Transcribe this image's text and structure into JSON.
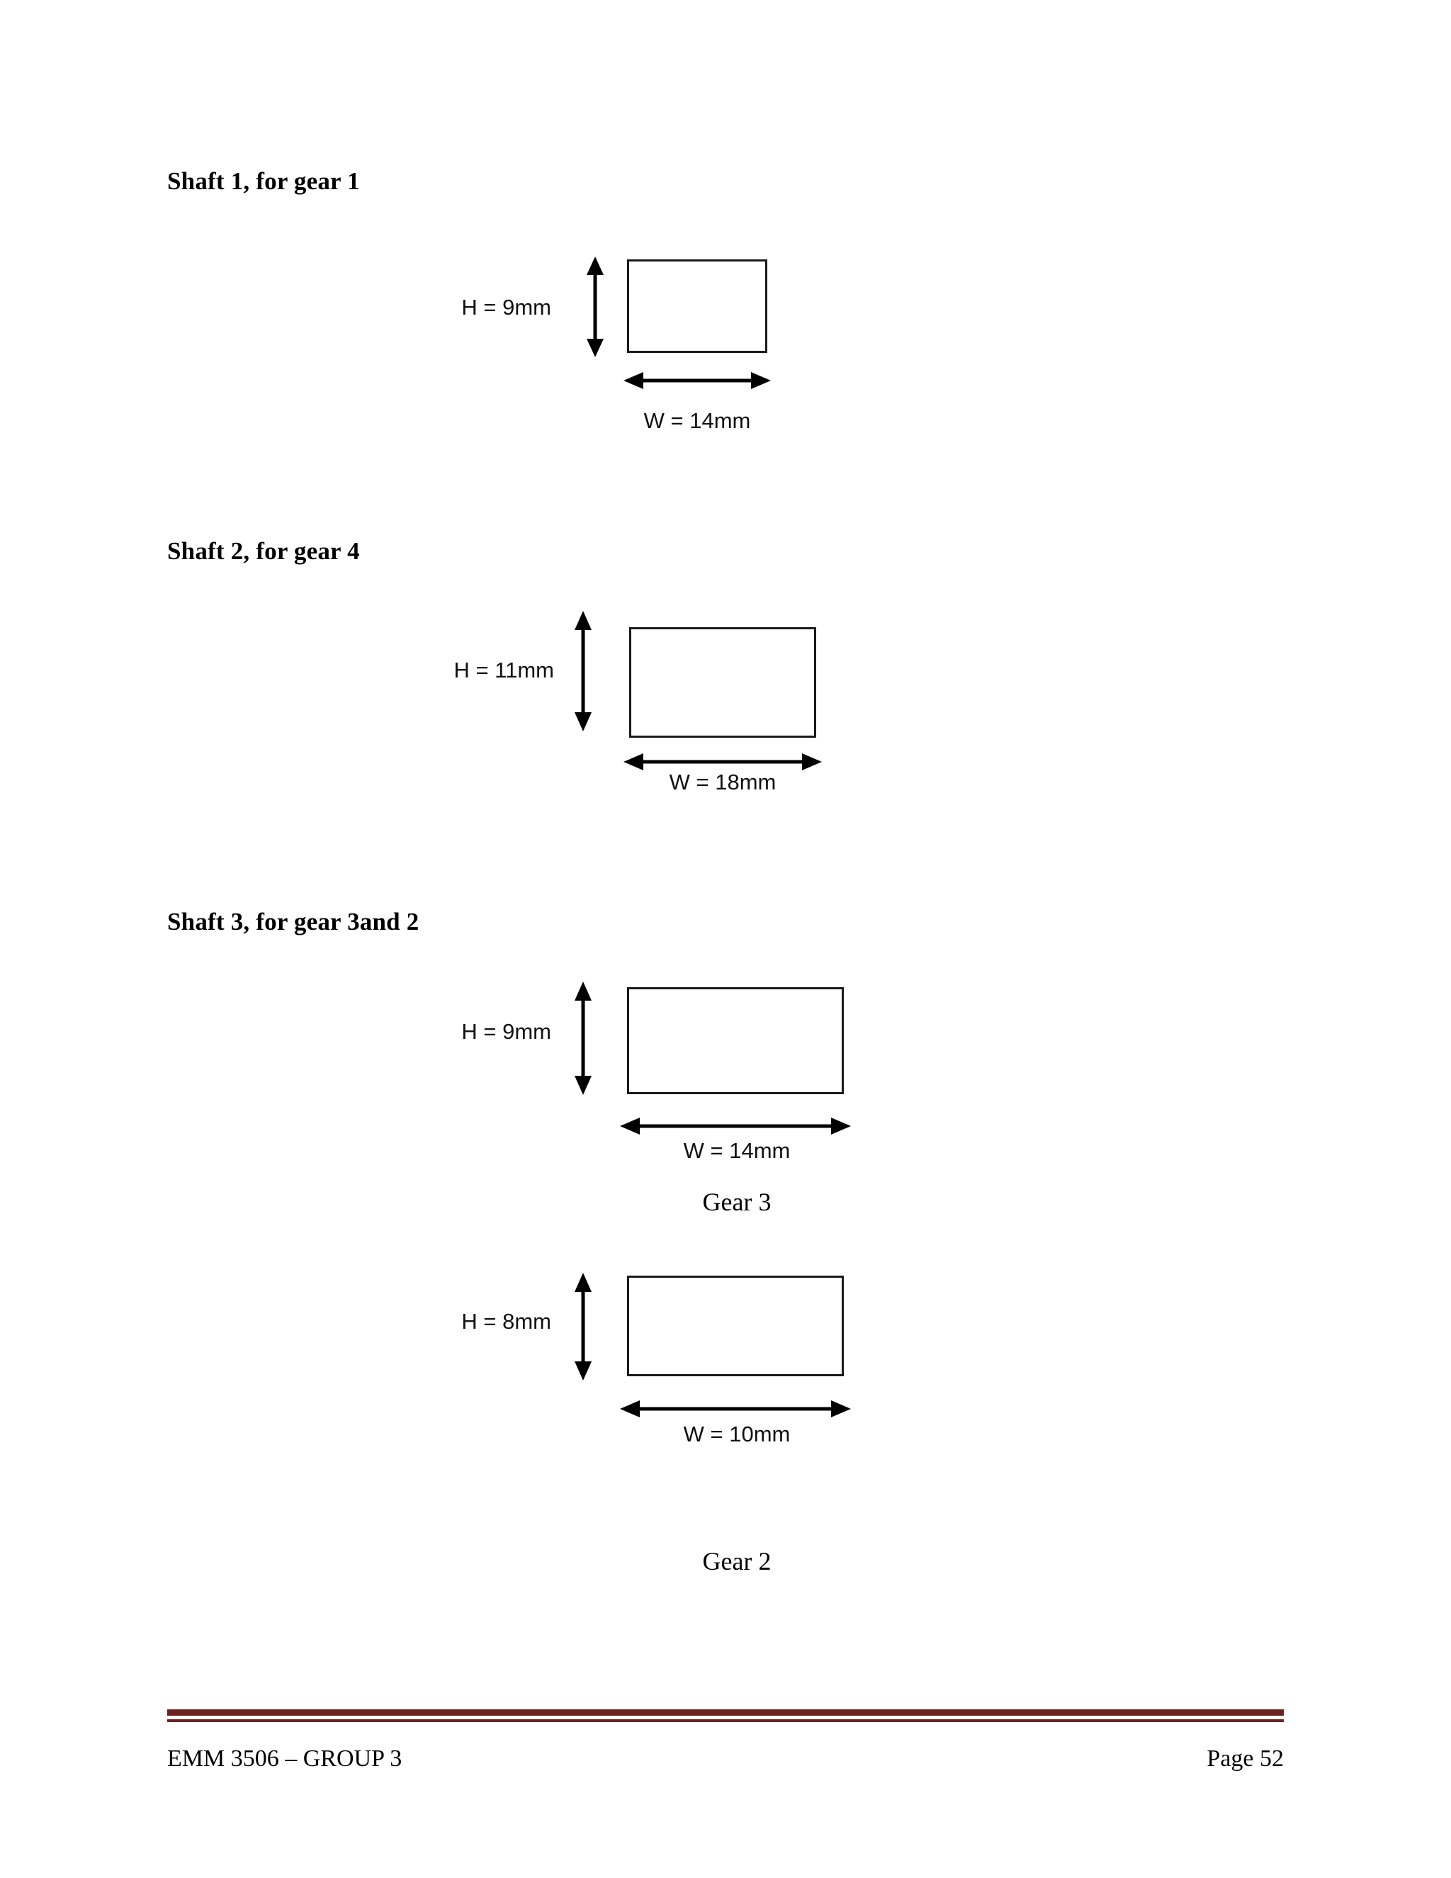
{
  "document": {
    "page_background": "#ffffff",
    "rule_color": "#6B2222",
    "ink_color": "#000000"
  },
  "sections": [
    {
      "heading": "Shaft 1, for gear 1",
      "diagram": {
        "height_label": "H = 9mm",
        "width_label": "W = 14mm",
        "caption": ""
      }
    },
    {
      "heading": "Shaft 2, for gear 4",
      "diagram": {
        "height_label": "H = 11mm",
        "width_label": "W = 18mm",
        "caption": ""
      }
    },
    {
      "heading": "Shaft 3, for gear 3and 2",
      "diagrams": [
        {
          "height_label": "H = 9mm",
          "width_label": "W = 14mm",
          "caption": "Gear 3"
        },
        {
          "height_label": "H = 8mm",
          "width_label": "W = 10mm",
          "caption": "Gear 2"
        }
      ]
    }
  ],
  "footer": {
    "left_text": "EMM 3506 – GROUP 3",
    "right_text": "Page 52"
  }
}
